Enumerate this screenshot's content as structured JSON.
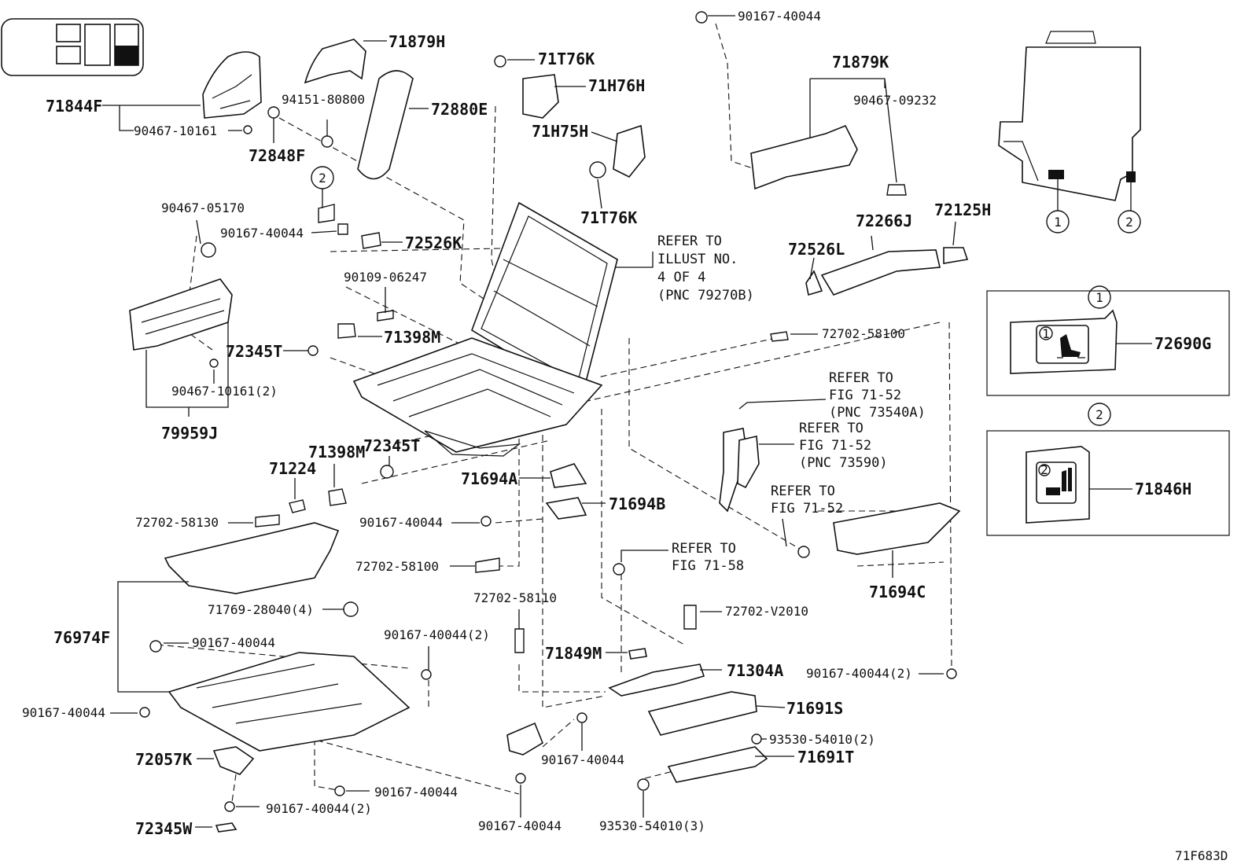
{
  "diagram_code": "71F683D",
  "callouts": {
    "c1": "1",
    "c2": "2"
  },
  "parts": {
    "p71879H": "71879H",
    "p71844F": "71844F",
    "p90467_10161": "90467-10161",
    "p94151_80800": "94151-80800",
    "p72848F": "72848F",
    "p72880E": "72880E",
    "p71T76K_a": "71T76K",
    "p71H76H": "71H76H",
    "p71H75H": "71H75H",
    "p71T76K_b": "71T76K",
    "p90167_top": "90167-40044",
    "p71879K": "71879K",
    "p90467_09232": "90467-09232",
    "p90467_05170": "90467-05170",
    "p90167_a": "90167-40044",
    "p72526K": "72526K",
    "p90109_06247": "90109-06247",
    "p71398M_a": "71398M",
    "p72345T_a": "72345T",
    "p90467_10161_2": "90467-10161(2)",
    "p79959J": "79959J",
    "p72266J": "72266J",
    "p72125H": "72125H",
    "p72526L": "72526L",
    "p72702_58100_a": "72702-58100",
    "p72690G": "72690G",
    "p71846H": "71846H",
    "p71224": "71224",
    "p71398M_b": "71398M",
    "p72345T_b": "72345T",
    "p71694A": "71694A",
    "p71694B": "71694B",
    "p72702_58130": "72702-58130",
    "p90167_b": "90167-40044",
    "p72702_58100_b": "72702-58100",
    "p71769_28040": "71769-28040(4)",
    "p76974F": "76974F",
    "p72702_58110": "72702-58110",
    "p71694C": "71694C",
    "p72702_V2010": "72702-V2010",
    "p90167_c": "90167-40044",
    "p90167_2a": "90167-40044(2)",
    "p71849M": "71849M",
    "p71304A": "71304A",
    "p90167_2b": "90167-40044(2)",
    "p90167_d": "90167-40044",
    "p71691S": "71691S",
    "p93530_2": "93530-54010(2)",
    "p72057K": "72057K",
    "p90167_e": "90167-40044",
    "p71691T": "71691T",
    "p90167_f": "90167-40044",
    "p90167_2c": "90167-40044(2)",
    "p72345W": "72345W",
    "p90167_g": "90167-40044",
    "p93530_3": "93530-54010(3)"
  },
  "notes": {
    "n1": [
      "REFER TO",
      "ILLUST NO.",
      "4 OF 4",
      "(PNC 79270B)"
    ],
    "n2": [
      "REFER TO",
      "FIG 71-52",
      "(PNC 73540A)"
    ],
    "n3": [
      "REFER TO",
      "FIG 71-52",
      "(PNC 73590)"
    ],
    "n4": [
      "REFER TO",
      "FIG 71-52"
    ],
    "n5": [
      "REFER TO",
      "FIG 71-58"
    ]
  }
}
